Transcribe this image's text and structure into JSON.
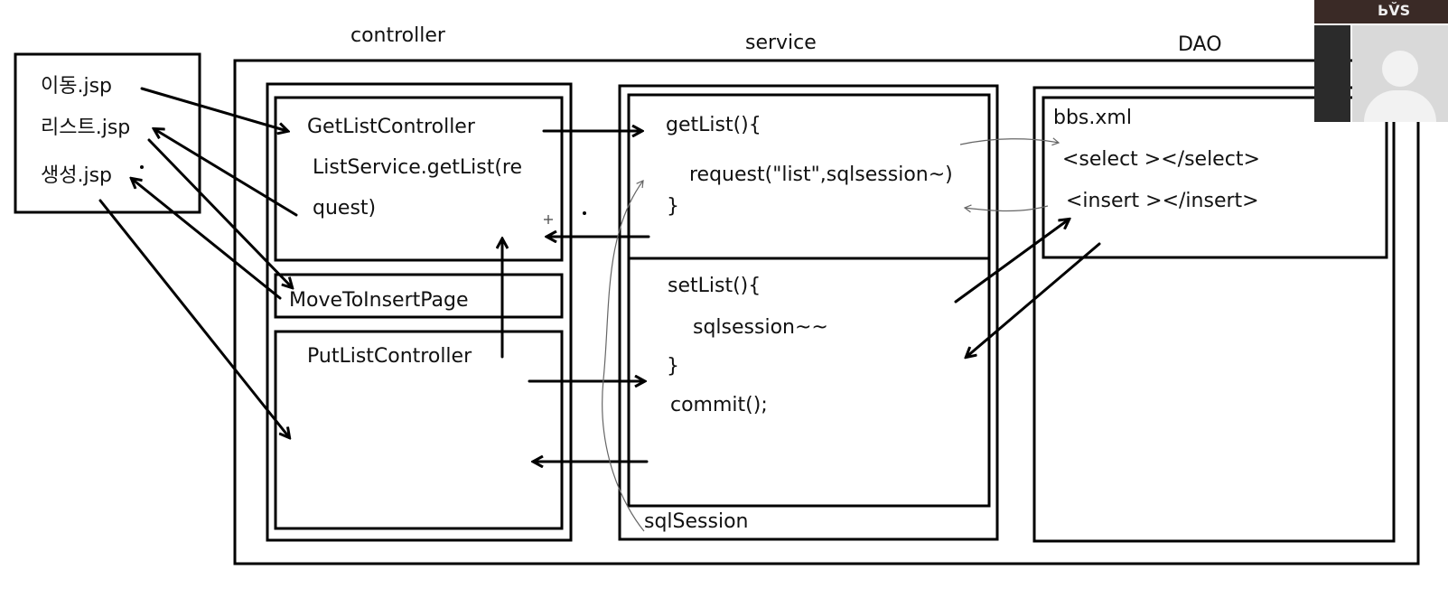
{
  "columns": {
    "controller": "controller",
    "service": "service",
    "dao": "DAO"
  },
  "jsp_files": [
    "이동.jsp",
    "리스트.jsp",
    "생성.jsp"
  ],
  "controller": {
    "get_list_controller": "GetListController",
    "service_call_line1": "ListService.getList(re",
    "service_call_line2": "quest)",
    "move_to_insert_page": "MoveToInsertPage",
    "put_list_controller": "PutListController"
  },
  "service": {
    "get_list_open": "getList(){",
    "get_list_body": "request(\"list\",sqlsession~)",
    "get_list_close": "}",
    "set_list_open": "setList(){",
    "set_list_body": "sqlsession~~",
    "set_list_close": "}",
    "commit": "commit();",
    "sql_session": "sqlSession"
  },
  "dao": {
    "file": "bbs.xml",
    "select_tag": "<select ></select>",
    "insert_tag": "<insert ></insert>"
  },
  "video_overlay": {
    "avatar": "person-silhouette-icon"
  }
}
